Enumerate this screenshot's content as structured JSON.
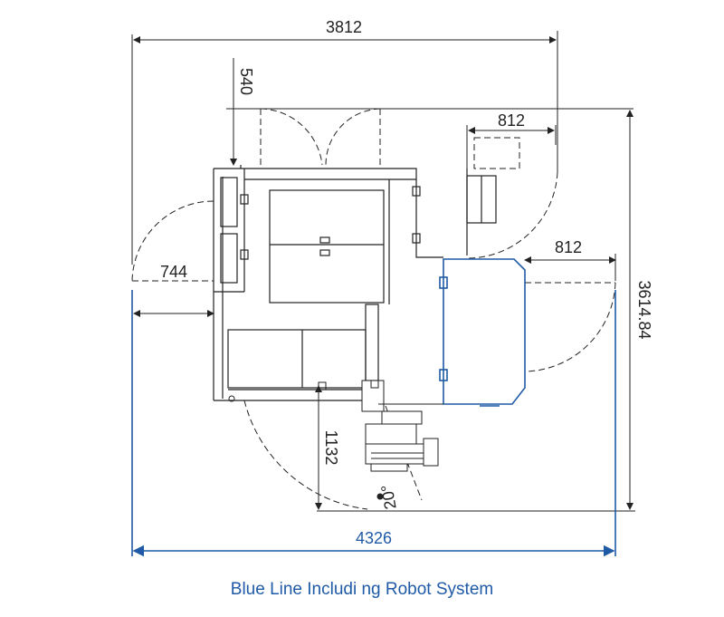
{
  "dimensions": {
    "top_width": "3812",
    "top_gap": "540",
    "door_width_upper": "812",
    "door_width_right": "812",
    "left_clearance": "744",
    "total_depth": "3614.84",
    "robot_offset": "1132",
    "robot_angle": "20°",
    "total_width": "4326"
  },
  "caption": "Blue Line Includi ng Robot System",
  "colors": {
    "line": "#222222",
    "blue": "#1f5aa6"
  }
}
